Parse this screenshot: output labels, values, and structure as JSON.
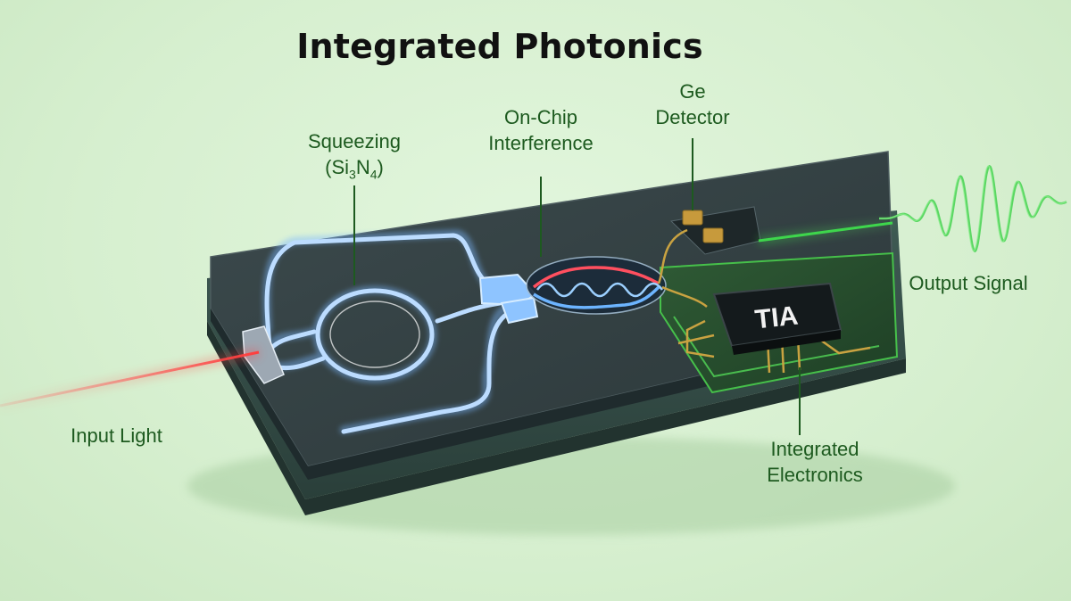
{
  "title": "Integrated Photonics",
  "labels": {
    "squeezing": {
      "line1": "Squeezing",
      "line2_prefix": "(Si",
      "sub1": "3",
      "mid": "N",
      "sub2": "4",
      "suffix": ")"
    },
    "interference": {
      "line1": "On-Chip",
      "line2": "Interference"
    },
    "detector": {
      "line1": "Ge",
      "line2": "Detector"
    },
    "output": "Output Signal",
    "input": "Input Light",
    "electronics": {
      "line1": "Integrated",
      "line2": "Electronics"
    }
  },
  "chip": {
    "tia_label": "TIA"
  },
  "colors": {
    "label_green": "#1d5a1f",
    "laser_red": "#ff4a4a",
    "signal_green": "#35d23a",
    "waveguide_blue": "#8fc6ff"
  }
}
